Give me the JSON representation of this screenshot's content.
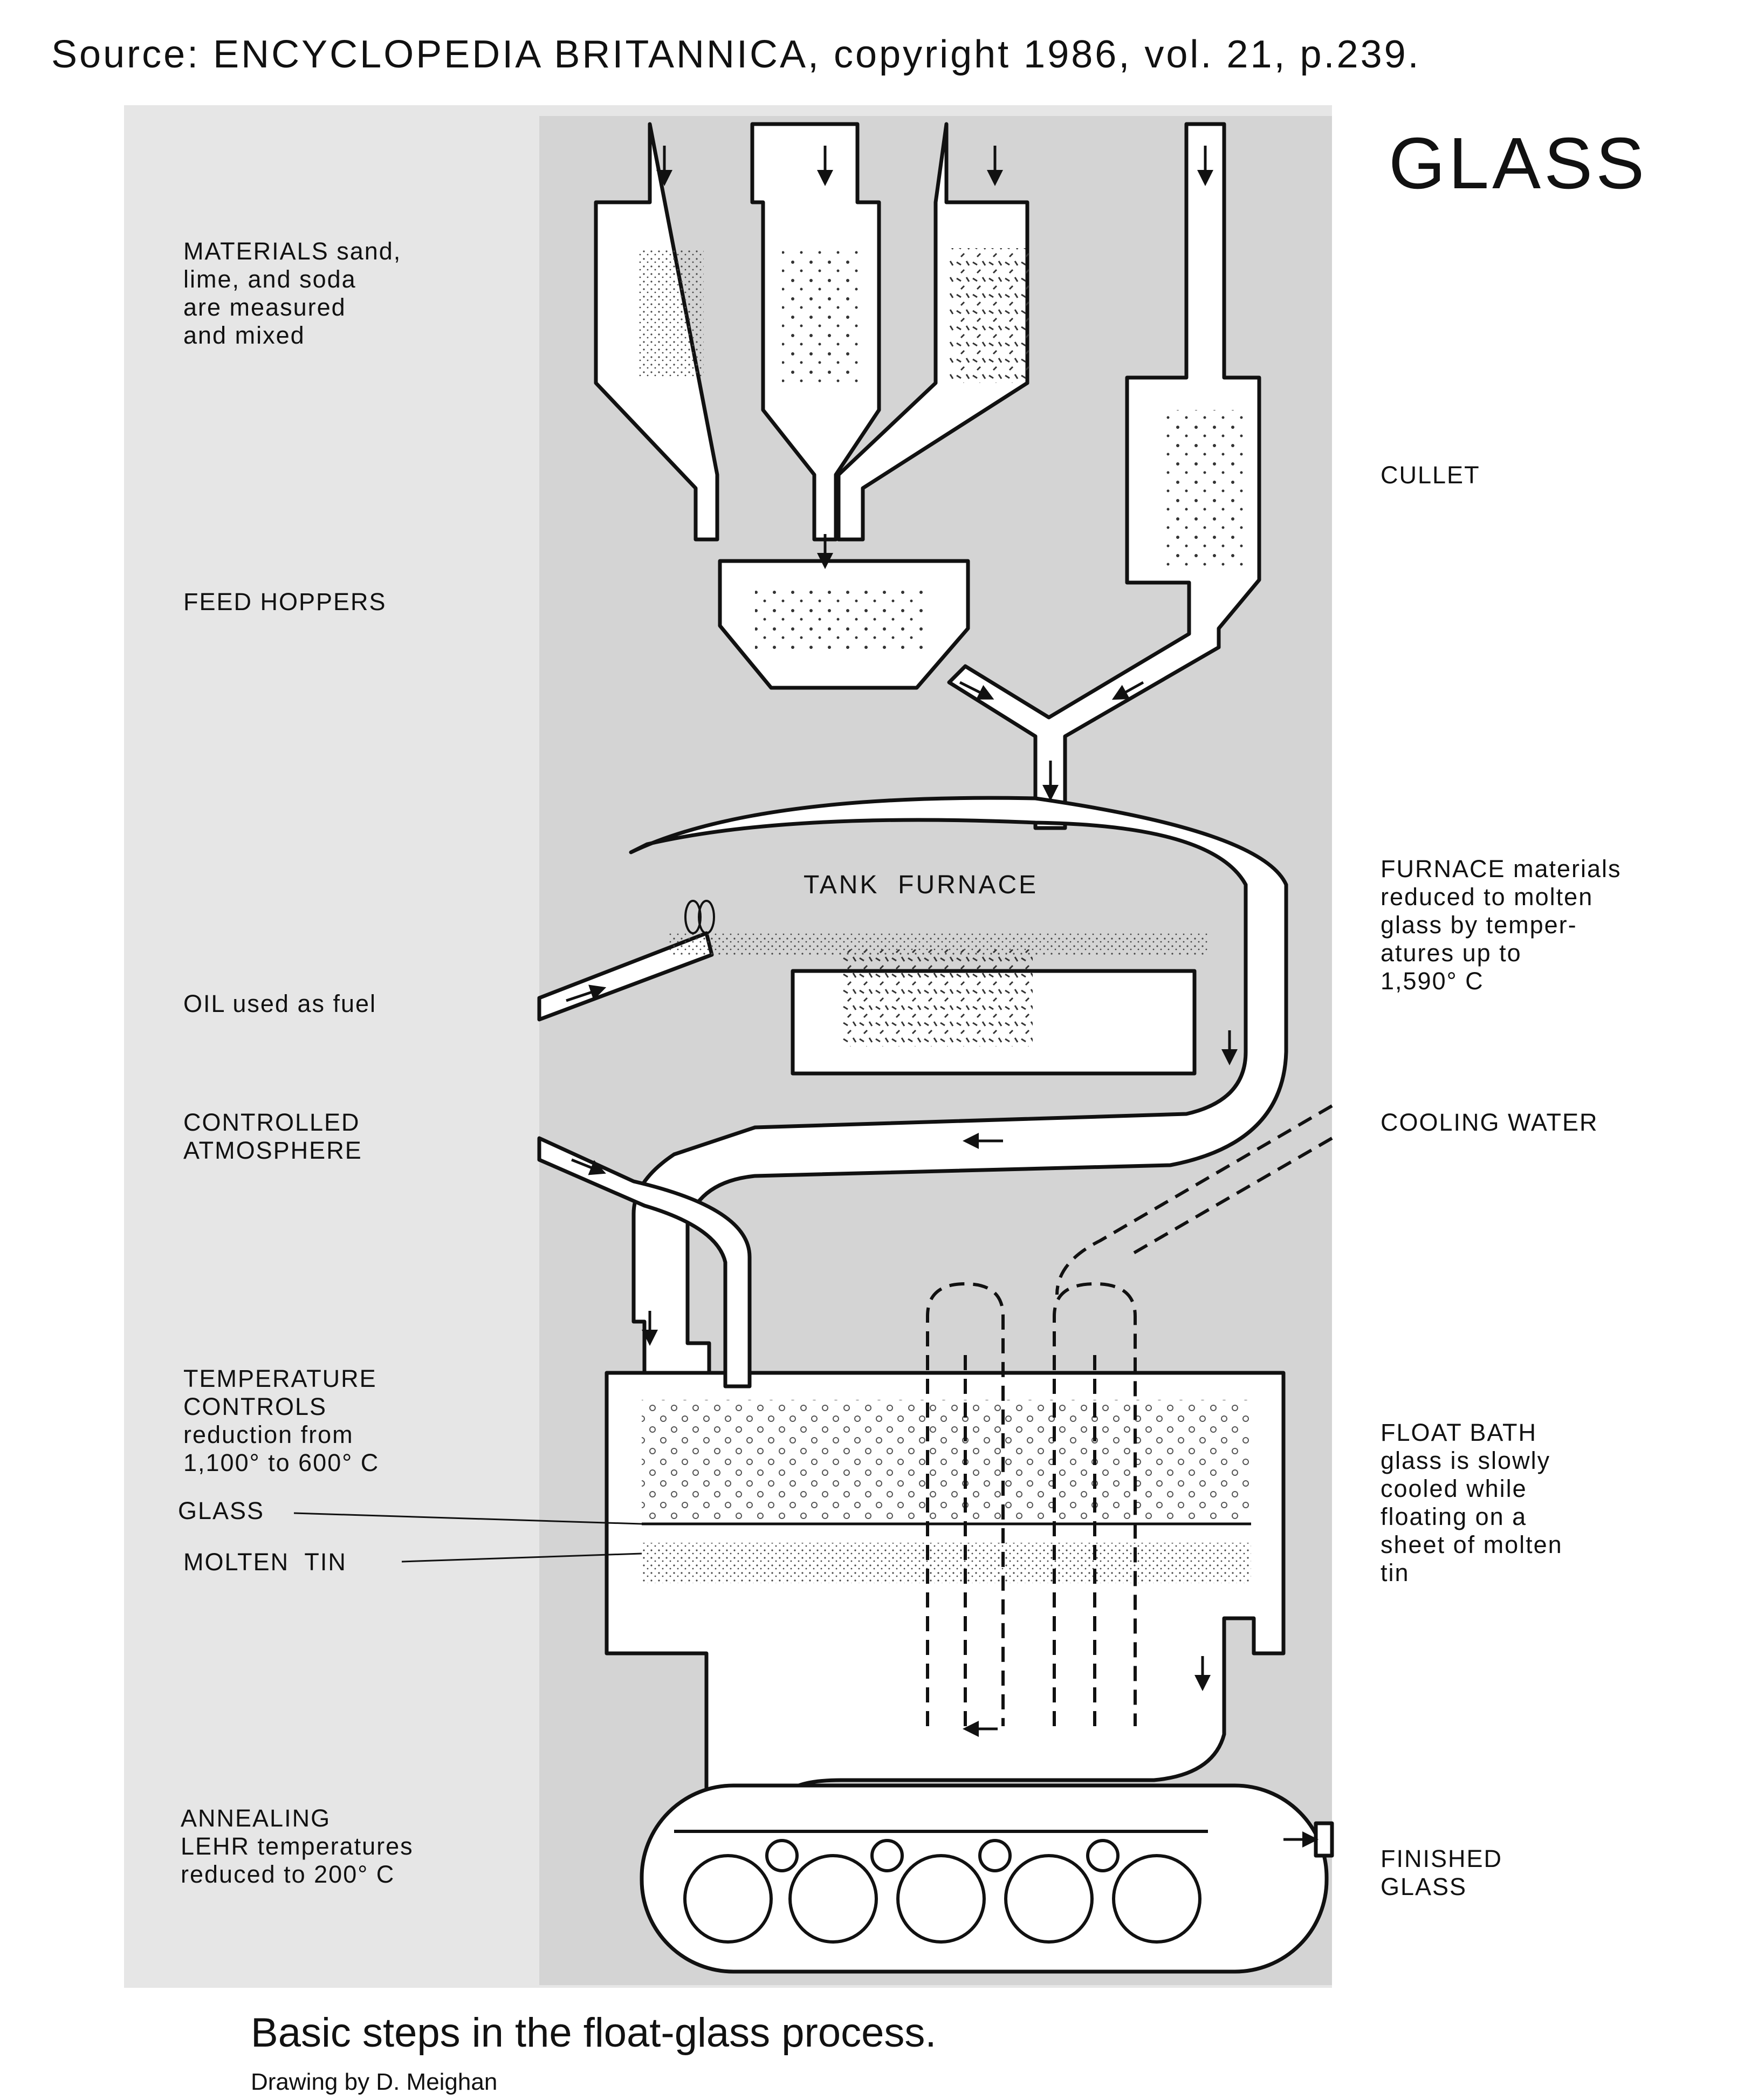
{
  "source": "Source: ENCYCLOPEDIA BRITANNICA, copyright 1986, vol. 21, p.239.",
  "title": "GLASS",
  "caption": "Basic steps in the float-glass process.",
  "credit": "Drawing by D. Meighan",
  "labels": {
    "materials": "MATERIALS sand,\nlime, and soda\nare measured\nand mixed",
    "feed_hoppers": "FEED HOPPERS",
    "oil": "OIL used as fuel",
    "controlled_atmosphere": "CONTROLLED\nATMOSPHERE",
    "temperature_controls": "TEMPERATURE\nCONTROLS\nreduction from\n1,100° to 600° C",
    "glass": "GLASS",
    "molten_tin": "MOLTEN  TIN",
    "annealing": "ANNEALING\nLEHR temperatures\nreduced to 200° C",
    "cullet": "CULLET",
    "furnace": "FURNACE materials\nreduced to molten\nglass by temper-\natures up to\n1,590° C",
    "cooling_water": "COOLING WATER",
    "float_bath": "FLOAT BATH\nglass is slowly\ncooled while\nfloating on a\nsheet of molten\ntin",
    "finished": "FINISHED\nGLASS",
    "tank_furnace": "TANK  FURNACE"
  }
}
